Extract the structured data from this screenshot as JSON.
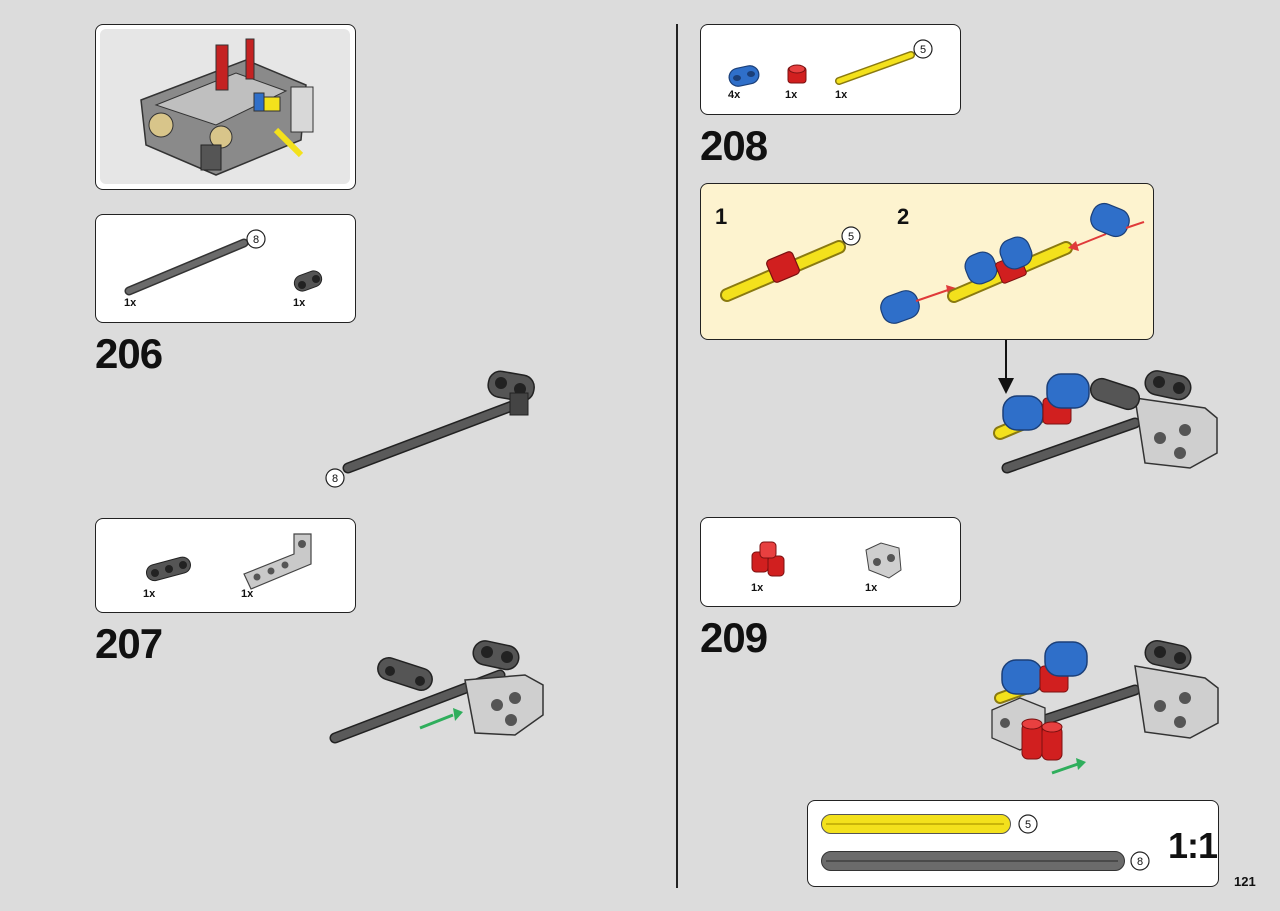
{
  "page": {
    "number": "121"
  },
  "steps": [
    {
      "number": "206",
      "parts": [
        {
          "qty": "1x",
          "length": "8"
        },
        {
          "qty": "1x"
        }
      ],
      "model_length": "8"
    },
    {
      "number": "207",
      "parts": [
        {
          "qty": "1x"
        },
        {
          "qty": "1x"
        }
      ]
    },
    {
      "number": "208",
      "parts": [
        {
          "qty": "4x"
        },
        {
          "qty": "1x"
        },
        {
          "qty": "1x",
          "length": "5"
        }
      ],
      "substeps": [
        {
          "number": "1",
          "length": "5"
        },
        {
          "number": "2"
        }
      ]
    },
    {
      "number": "209",
      "parts": [
        {
          "qty": "1x"
        },
        {
          "qty": "1x"
        }
      ]
    }
  ],
  "scale_box": {
    "label": "1:1",
    "axles": [
      {
        "length": "5",
        "color": "#f3e11c"
      },
      {
        "length": "8",
        "color": "#6b6b6b"
      }
    ]
  },
  "colors": {
    "blue": "#2f6fc9",
    "red": "#d11f1f",
    "yellow": "#f3e11c",
    "dark_gray": "#555555",
    "light_gray": "#c9c9c9",
    "callout_bg": "#fdf3cf",
    "arrow_green": "#2fae5c",
    "arrow_red": "#e03a3a"
  }
}
